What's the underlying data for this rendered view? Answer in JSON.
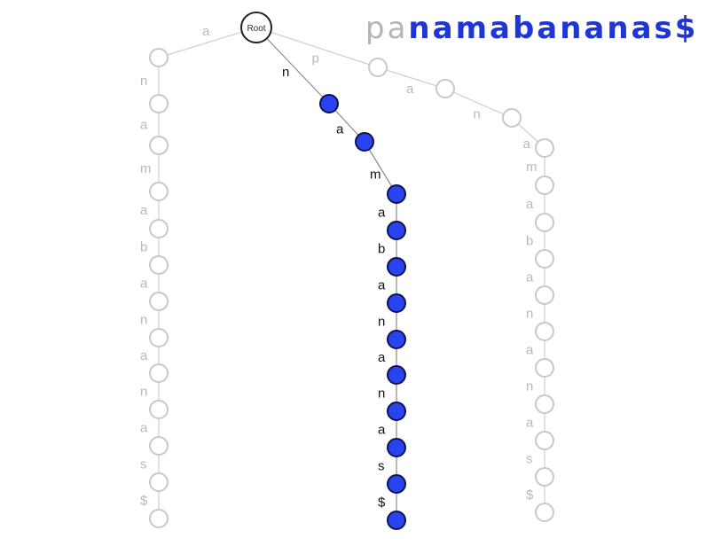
{
  "title": {
    "prefix": "pa",
    "suffix": "namabananas$"
  },
  "root_label": "Root",
  "branches": {
    "left": {
      "state": "faded",
      "labels": [
        "a",
        "n",
        "a",
        "m",
        "a",
        "b",
        "a",
        "n",
        "a",
        "n",
        "a",
        "s",
        "$"
      ]
    },
    "middle": {
      "state": "highlighted",
      "labels": [
        "n",
        "a",
        "m",
        "a",
        "b",
        "a",
        "n",
        "a",
        "n",
        "a",
        "s",
        "$"
      ]
    },
    "right": {
      "state": "faded",
      "labels": [
        "p",
        "a",
        "n",
        "a",
        "m",
        "a",
        "b",
        "a",
        "n",
        "a",
        "n",
        "a",
        "s",
        "$"
      ]
    }
  },
  "colors": {
    "highlight_fill": "#2a43f0",
    "highlight_text": "#1f36d6",
    "faded": "#c8c8c8"
  }
}
